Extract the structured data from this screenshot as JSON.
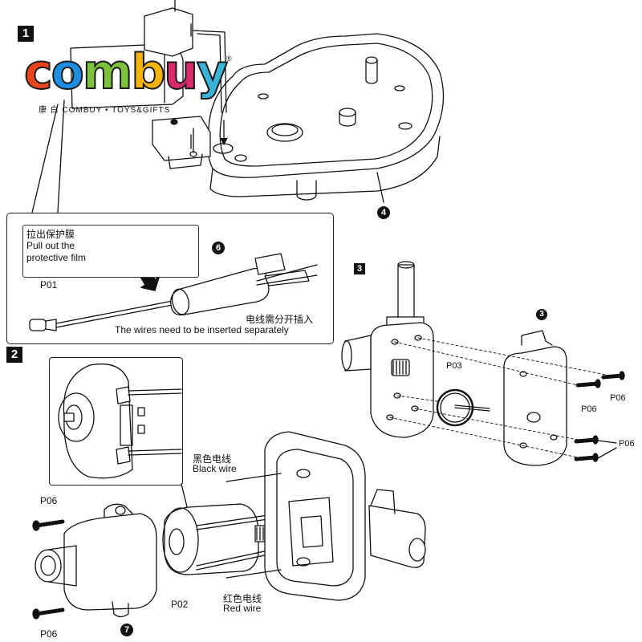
{
  "colors": {
    "logo_c": "#e8451e",
    "logo_o": "#1e8fe0",
    "logo_m": "#7cc23b",
    "logo_b": "#f5b40d",
    "logo_u": "#d92b6c",
    "logo_y": "#39b4d6",
    "ink": "#111111"
  },
  "logo": {
    "letters": [
      "c",
      "o",
      "m",
      "b",
      "u",
      "y"
    ],
    "subtitle": "康 白     COMBUY • TOYS&GIFTS",
    "registered": "®"
  },
  "steps": {
    "step1": "1",
    "step2": "2",
    "step3": "3"
  },
  "callout": {
    "pull_cn": "拉出保护膜",
    "pull_en1": "Pull out the",
    "pull_en2": "protective film",
    "p01": "P01",
    "wire_cn": "电线需分开插入",
    "wire_en": "The wires need to be inserted separately",
    "part6": "6"
  },
  "parts": {
    "part4": "4",
    "part3": "3",
    "part7": "7",
    "p03": "P03",
    "p06": "P06",
    "p02": "P02"
  },
  "wires": {
    "black_cn": "黑色电线",
    "black_en": "Black wire",
    "red_cn": "红色电线",
    "red_en": "Red wire"
  }
}
